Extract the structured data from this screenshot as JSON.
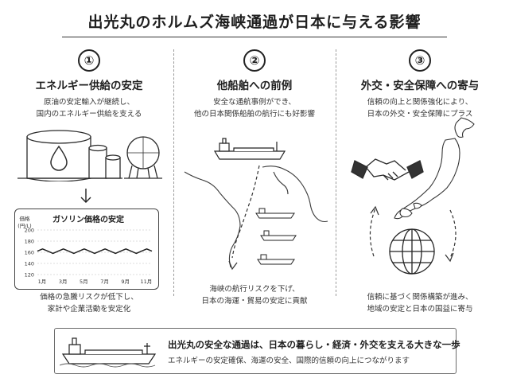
{
  "title": "出光丸のホルムズ海峡通過が日本に与える影響",
  "columns": [
    {
      "number": "①",
      "heading": "エネルギー供給の安定",
      "description": [
        "原油の安定輸入が継続し、",
        "国内のエネルギー供給を支える"
      ],
      "caption": [
        "価格の急騰リスクが低下し、",
        "家計や企業活動を安定化"
      ]
    },
    {
      "number": "②",
      "heading": "他船舶への前例",
      "description": [
        "安全な通航事例ができ、",
        "他の日本関係船舶の航行にも好影響"
      ],
      "caption": [
        "海峡の航行リスクを下げ、",
        "日本の海運・貿易の安定に貢献"
      ]
    },
    {
      "number": "③",
      "heading": "外交・安全保障への寄与",
      "description": [
        "信頼の向上と関係強化により、",
        "日本の外交・安全保障にプラス"
      ],
      "caption": [
        "信頼に基づく関係構築が進み、",
        "地域の安定と日本の国益に寄与"
      ]
    }
  ],
  "chart_data": {
    "type": "line",
    "title": "ガソリン価格の安定",
    "ylabel": [
      "価格",
      "(円/L)"
    ],
    "yticks": [
      200,
      180,
      160,
      140,
      120
    ],
    "ylim": [
      120,
      200
    ],
    "xticks": [
      "1月",
      "3月",
      "5月",
      "7月",
      "9月",
      "11月"
    ],
    "series": [
      {
        "x": [
          1,
          1.5,
          2,
          2.5,
          3,
          3.5,
          4,
          4.5,
          5,
          5.5,
          6,
          6.5,
          7,
          7.5,
          8,
          8.5,
          9,
          9.5,
          10,
          10.5,
          11,
          11.5,
          12
        ],
        "y": [
          162,
          166,
          162,
          158,
          162,
          166,
          162,
          158,
          162,
          166,
          162,
          158,
          162,
          166,
          162,
          158,
          162,
          166,
          162,
          158,
          162,
          166,
          162
        ]
      }
    ]
  },
  "bottom": {
    "main": "出光丸の安全な通過は、日本の暮らし・経済・外交を支える大きな一歩",
    "sub": "エネルギーの安定確保、海運の安全、国際的信頼の向上につながります"
  },
  "colors": {
    "ink": "#1f1f1f",
    "rule": "#333333",
    "line": "#222222"
  }
}
